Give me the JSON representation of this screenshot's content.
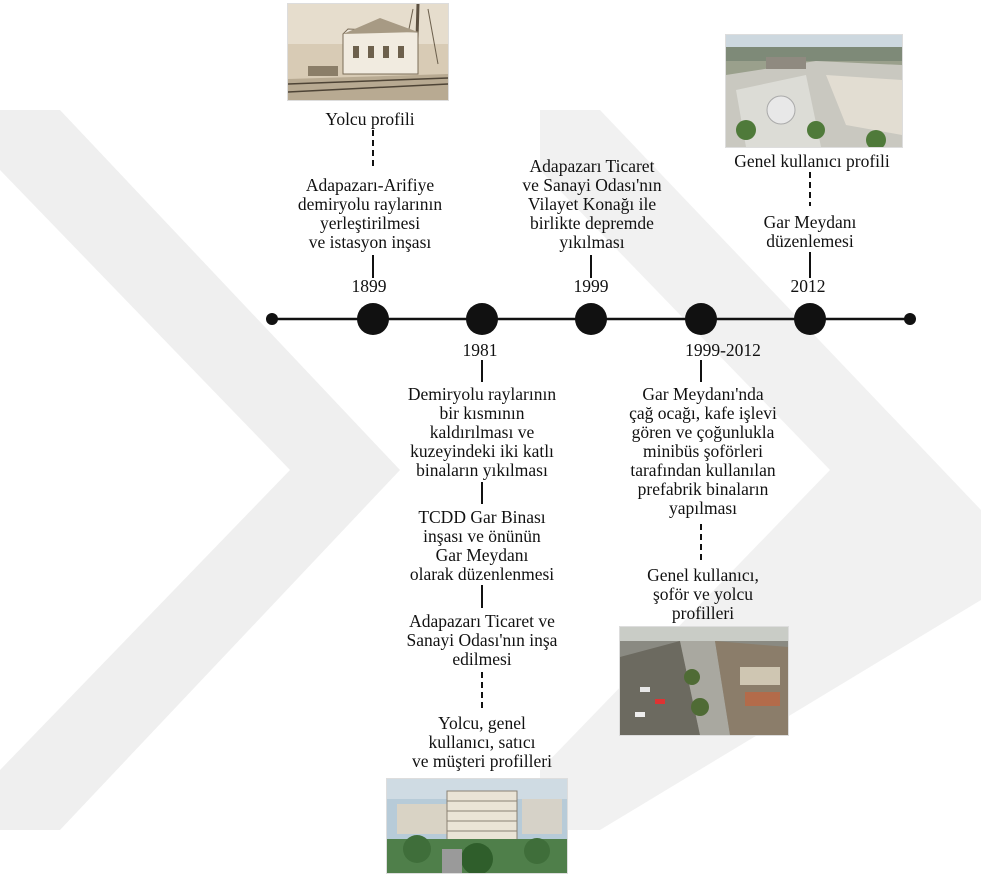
{
  "timeline": {
    "events": [
      {
        "year": "1899",
        "texts": [
          "Adapazarı-Arifiye\ndemiryolu raylarının\nyerleştirilmesi\nve istasyon inşası"
        ],
        "profile": "Yolcu profili",
        "photo_icon": "historic-station-photo"
      },
      {
        "year": "1981",
        "texts": [
          "Demiryolu raylarının\nbir kısmının\nkaldırılması ve\nkuzeyindeki iki katlı\nbinaların yıkılması",
          "TCDD Gar Binası\ninşası ve önünün\nGar Meydanı\nolarak düzenlenmesi",
          "Adapazarı Ticaret ve\nSanayi Odası'nın inşa\nedilmesi"
        ],
        "profile": "Yolcu, genel\nkullanıcı, satıcı\nve müşteri profilleri",
        "photo_icon": "chamber-building-photo"
      },
      {
        "year": "1999",
        "texts": [
          "Adapazarı Ticaret\nve Sanayi Odası'nın\nVilayet Konağı ile\nbirlikte depremde\nyıkılması"
        ]
      },
      {
        "year": "1999-2012",
        "texts": [
          "Gar Meydanı'nda\nçağ ocağı, kafe işlevi\ngören ve çoğunlukla\nminibüs şoförleri\ntarafından kullanılan\nprefabrik binaların\nyapılması"
        ],
        "profile": "Genel kullanıcı,\nşoför ve yolcu\nprofilleri",
        "photo_icon": "square-aerial-photo"
      },
      {
        "year": "2012",
        "texts": [
          "Gar Meydanı\ndüzenlemesi"
        ],
        "profile": "Genel kullanıcı profili",
        "photo_icon": "plaza-aerial-photo"
      }
    ]
  },
  "colors": {
    "line": "#111111",
    "watermark": "#ededed"
  }
}
